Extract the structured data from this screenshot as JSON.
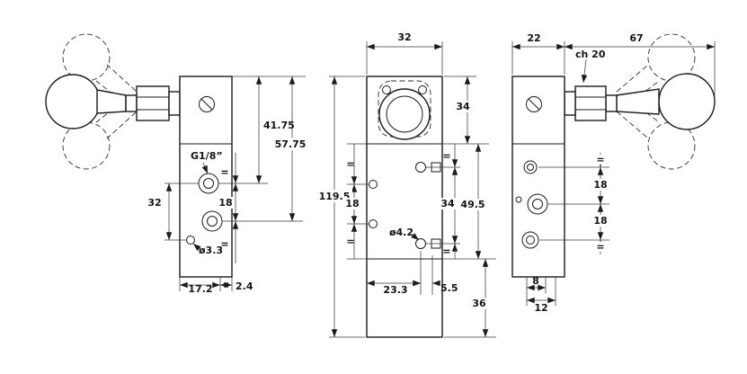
{
  "drawing": {
    "views": {
      "side_left": {
        "port_thread_label": "G1/8”",
        "dim_top_to_port1": "41.75",
        "dim_top_to_port2": "57.75",
        "dim_port_to_hole": "32",
        "dim_port_spacing": "18",
        "eq_upper": "=",
        "eq_lower": "=",
        "hole_diameter_label": "ø3.3",
        "dim_bottom_left": "17.2",
        "dim_bottom_right": "2.4"
      },
      "front": {
        "dim_width": "32",
        "dim_overall_height": "119.5",
        "dim_head_height": "34",
        "dim_hole_span_right": "34",
        "dim_mid_section_height": "49.5",
        "dim_hole_span_left": "18",
        "eq_left_upper": "=",
        "eq_left_lower": "=",
        "eq_right_upper": "=",
        "eq_right_lower": "=",
        "hole_diameter_label": "ø4.2",
        "dim_bottom_left": "23.3",
        "dim_bottom_right": "5.5",
        "dim_base_height": "36"
      },
      "side_right": {
        "dim_body_width": "22",
        "dim_lever_length": "67",
        "wrench_size_label": "ch 20",
        "dim_port_span_upper": "18",
        "dim_port_span_lower": "18",
        "eq_upper": "=",
        "eq_lower": "=",
        "dim_bottom_inner": "8",
        "dim_bottom_outer": "12"
      }
    }
  }
}
